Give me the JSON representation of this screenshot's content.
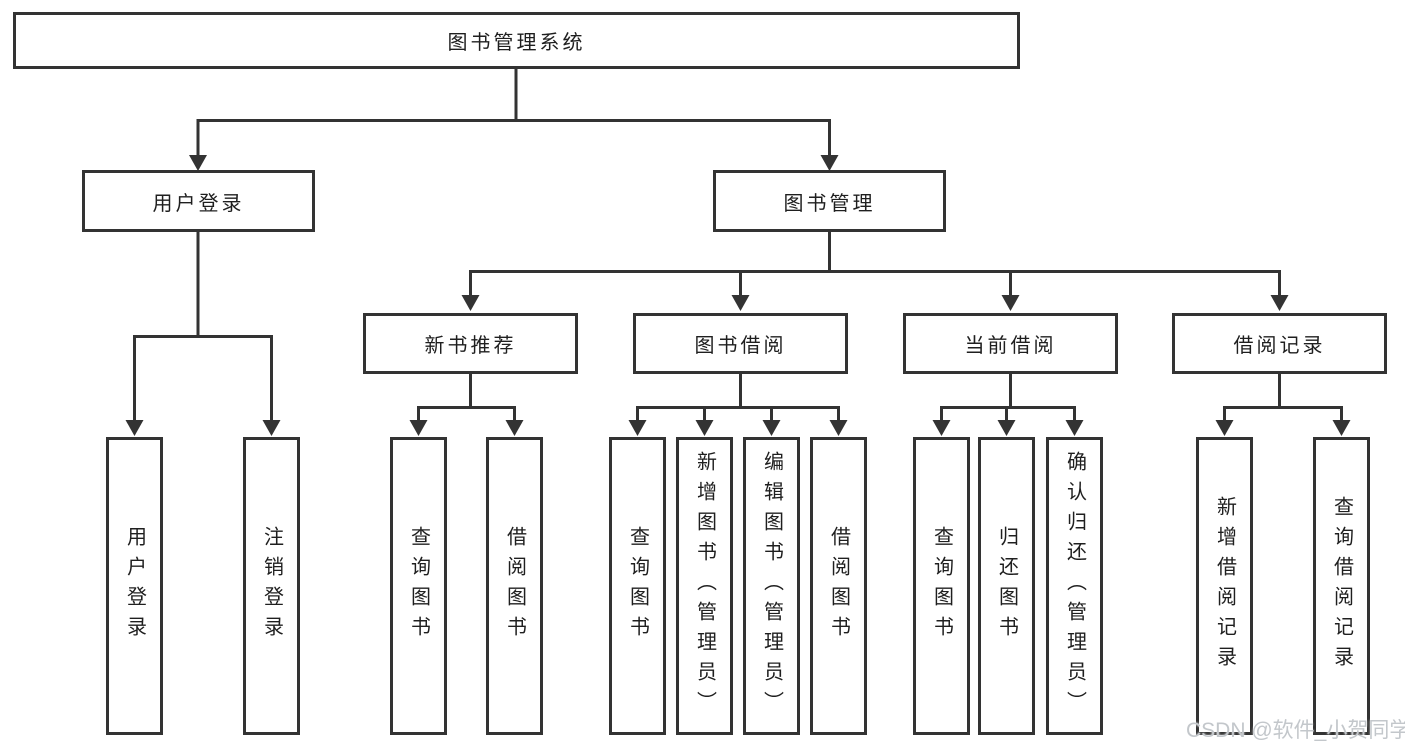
{
  "diagram_type": "hierarchy-tree",
  "tree": {
    "root": "图书管理系统",
    "children": [
      {
        "label": "用户登录",
        "children": [
          {
            "label": "用户登录"
          },
          {
            "label": "注销登录"
          }
        ]
      },
      {
        "label": "图书管理",
        "children": [
          {
            "label": "新书推荐",
            "children": [
              {
                "label": "查询图书"
              },
              {
                "label": "借阅图书"
              }
            ]
          },
          {
            "label": "图书借阅",
            "children": [
              {
                "label": "查询图书"
              },
              {
                "label": "新增图书（管理员）"
              },
              {
                "label": "编辑图书（管理员）"
              },
              {
                "label": "借阅图书"
              }
            ]
          },
          {
            "label": "当前借阅",
            "children": [
              {
                "label": "查询图书"
              },
              {
                "label": "归还图书"
              },
              {
                "label": "确认归还（管理员）"
              }
            ]
          },
          {
            "label": "借阅记录",
            "children": [
              {
                "label": "新增借阅记录"
              },
              {
                "label": "查询借阅记录"
              }
            ]
          }
        ]
      }
    ]
  },
  "watermark": {
    "text": "CSDN @软件_小贺同学"
  },
  "colors": {
    "line": "#333333",
    "box_border": "#333333",
    "box_fill": "#ffffff",
    "text": "#1f1f1f",
    "background": "#ffffff",
    "watermark": "#c3c7cb"
  }
}
